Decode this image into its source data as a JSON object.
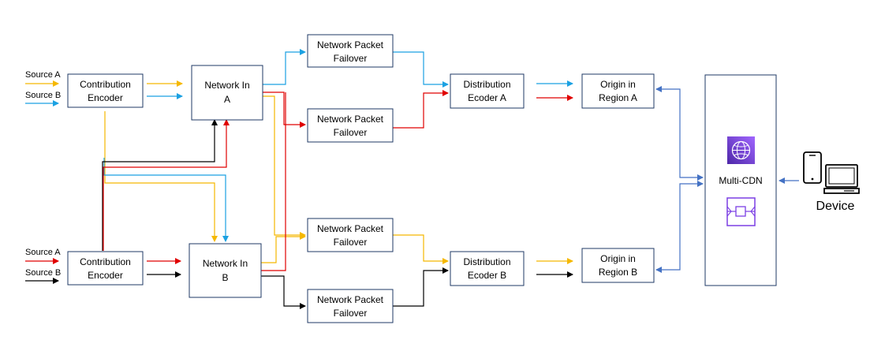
{
  "colors": {
    "yellow": "#f5b800",
    "blue": "#1ba1e2",
    "red": "#e00000",
    "black": "#000000",
    "box_border": "#1f3864",
    "bidir_blue": "#4472c4",
    "aws_purple": "#7b3fe4"
  },
  "inputs": {
    "top_a": "Source A",
    "top_b": "Source B",
    "bottom_a": "Source A",
    "bottom_b": "Source B"
  },
  "nodes": {
    "contrib_top": {
      "line1": "Contribution",
      "line2": "Encoder"
    },
    "contrib_bottom": {
      "line1": "Contribution",
      "line2": "Encoder"
    },
    "network_in_a": {
      "line1": "Network In",
      "line2": "A"
    },
    "network_in_b": {
      "line1": "Network In",
      "line2": "B"
    },
    "npf_1": {
      "line1": "Network Packet",
      "line2": "Failover"
    },
    "npf_2": {
      "line1": "Network Packet",
      "line2": "Failover"
    },
    "npf_3": {
      "line1": "Network Packet",
      "line2": "Failover"
    },
    "npf_4": {
      "line1": "Network Packet",
      "line2": "Failover"
    },
    "dist_a": {
      "line1": "Distribution",
      "line2": "Ecoder A"
    },
    "dist_b": {
      "line1": "Distribution",
      "line2": "Ecoder B"
    },
    "origin_a": {
      "line1": "Origin in",
      "line2": "Region A"
    },
    "origin_b": {
      "line1": "Origin in",
      "line2": "Region B"
    },
    "multi_cdn": {
      "label": "Multi-CDN"
    },
    "device": {
      "label": "Device"
    }
  },
  "icons": {
    "cdn_top": "cloudfront-globe-icon",
    "cdn_bottom": "mediapackage-icon",
    "device": "phone-and-laptop-icon"
  }
}
